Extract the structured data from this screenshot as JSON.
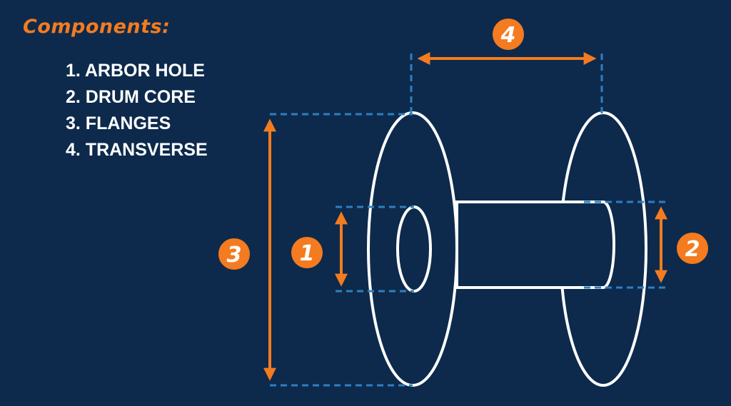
{
  "heading": "Components:",
  "components": [
    "1. ARBOR HOLE",
    "2. DRUM CORE",
    "3. FLANGES",
    "4. TRANSVERSE"
  ],
  "badges": {
    "arbor_hole": "1",
    "drum_core": "2",
    "flanges": "3",
    "transverse": "4"
  },
  "colors": {
    "background": "#0d2a4c",
    "accent": "#f47b20",
    "outline": "#ffffff",
    "guide": "#2e7fc0"
  }
}
